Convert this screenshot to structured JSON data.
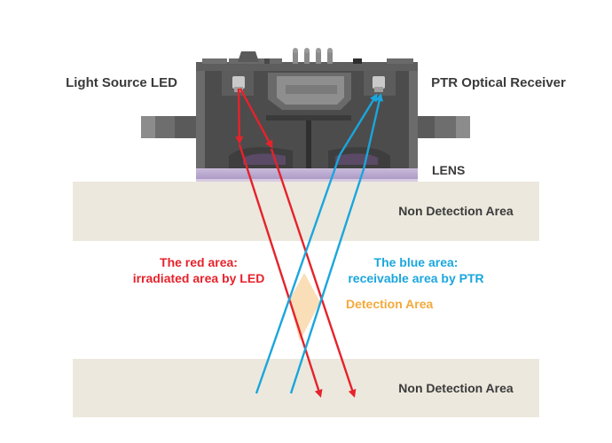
{
  "labels": {
    "led": "Light Source LED",
    "ptr": "PTR Optical Receiver",
    "lens": "LENS",
    "non_detection_top": "Non Detection Area",
    "non_detection_bottom": "Non Detection Area",
    "red_area_line1": "The red area:",
    "red_area_line2": "irradiated area by LED",
    "blue_area_line1": "The blue area:",
    "blue_area_line2": "receivable area by PTR",
    "detection_area": "Detection Area"
  },
  "colors": {
    "band": "#ece8dd",
    "detection_fill": "#f9dcb3",
    "red": "#e6222b",
    "blue": "#1aa6dd",
    "orange": "#f4a93b",
    "label": "#3a3a3a",
    "housing_dark": "#4a4a4a",
    "housing_mid": "#777777",
    "lens": "#b3a1c9"
  }
}
